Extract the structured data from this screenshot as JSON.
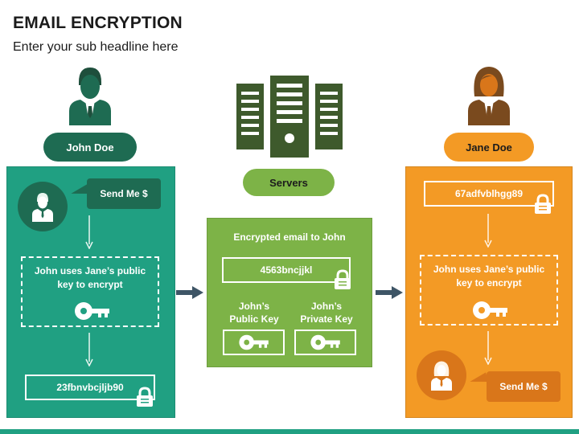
{
  "header": {
    "title": "EMAIL ENCRYPTION",
    "subtitle": "Enter your sub headline here"
  },
  "sender": {
    "name": "John Doe",
    "message": "Send Me $",
    "step_text": "John uses Jane’s public key to encrypt",
    "ciphertext": "23fbnvbcjljb90"
  },
  "server": {
    "label": "Servers",
    "heading": "Encrypted email to John",
    "ciphertext": "4563bncjjkl",
    "public_key_label": "John’s Public Key",
    "private_key_label": "John’s Private Key"
  },
  "receiver": {
    "name": "Jane Doe",
    "ciphertext": "67adfvblhgg89",
    "step_text": "John uses Jane’s public key to encrypt",
    "message": "Send Me $"
  },
  "colors": {
    "green_dark": "#1e6b52",
    "teal": "#20a082",
    "lime": "#7db347",
    "server_green": "#3e5a2c",
    "orange": "#f39a25",
    "orange_dark": "#d9761a",
    "brown": "#7a4a1e"
  },
  "icons": {
    "sender_avatar": "man-icon",
    "receiver_avatar": "woman-icon",
    "server": "server-icon",
    "key": "key-icon",
    "lock": "lock-icon",
    "arrow": "arrow-right-icon"
  }
}
